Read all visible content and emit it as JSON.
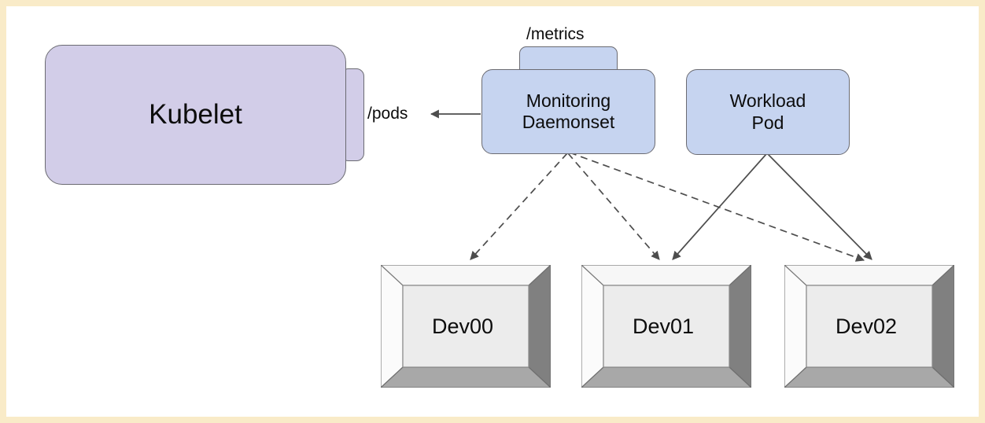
{
  "diagram": {
    "title": "Kubernetes node monitoring device topology",
    "background": "#ffffff",
    "frame_color": "#f9ebc8",
    "colors": {
      "kubelet_fill": "#d2cde8",
      "pod_fill": "#c6d4f0",
      "node_stroke": "#6b6b72",
      "cube_face": "#ececec",
      "cube_top_bevel": "#f4f4f4",
      "cube_right_bevel": "#808080",
      "cube_bottom_bevel": "#a8a8a8",
      "edge_stroke": "#4d4d4d",
      "text": "#0c0c0c"
    },
    "nodes": [
      {
        "id": "kubelet",
        "label": "Kubelet",
        "kind": "rounded-box",
        "fill": "#d2cde8"
      },
      {
        "id": "monitoring-daemonset",
        "label": "Monitoring\nDaemonset",
        "line1": "Monitoring",
        "line2": "Daemonset",
        "kind": "rounded-box",
        "fill": "#c6d4f0"
      },
      {
        "id": "workload-pod",
        "label": "Workload\nPod",
        "line1": "Workload",
        "line2": "Pod",
        "kind": "rounded-box",
        "fill": "#c6d4f0"
      },
      {
        "id": "dev00",
        "label": "Dev00",
        "kind": "cube-3d"
      },
      {
        "id": "dev01",
        "label": "Dev01",
        "kind": "cube-3d"
      },
      {
        "id": "dev02",
        "label": "Dev02",
        "kind": "cube-3d"
      }
    ],
    "ports": [
      {
        "id": "kubelet-pods-port",
        "label": "/pods",
        "attached_to": "kubelet",
        "side": "right"
      },
      {
        "id": "daemonset-metrics-port",
        "label": "/metrics",
        "attached_to": "monitoring-daemonset",
        "side": "top"
      }
    ],
    "edges": [
      {
        "id": "edge-daemonset-to-kubelet-pods",
        "from": "monitoring-daemonset",
        "to": "kubelet",
        "style": "solid",
        "arrow": "end",
        "label": "/pods"
      },
      {
        "id": "edge-daemonset-to-dev00",
        "from": "monitoring-daemonset",
        "to": "dev00",
        "style": "dashed",
        "arrow": "end"
      },
      {
        "id": "edge-daemonset-to-dev01",
        "from": "monitoring-daemonset",
        "to": "dev01",
        "style": "dashed",
        "arrow": "end"
      },
      {
        "id": "edge-daemonset-to-dev02",
        "from": "monitoring-daemonset",
        "to": "dev02",
        "style": "dashed",
        "arrow": "end"
      },
      {
        "id": "edge-workload-to-dev01",
        "from": "workload-pod",
        "to": "dev01",
        "style": "solid",
        "arrow": "end"
      },
      {
        "id": "edge-workload-to-dev02",
        "from": "workload-pod",
        "to": "dev02",
        "style": "solid",
        "arrow": "end"
      }
    ]
  },
  "labels": {
    "kubelet": "Kubelet",
    "daemonset_line1": "Monitoring",
    "daemonset_line2": "Daemonset",
    "workload_line1": "Workload",
    "workload_line2": "Pod",
    "pods_port": "/pods",
    "metrics_port": "/metrics",
    "dev00": "Dev00",
    "dev01": "Dev01",
    "dev02": "Dev02"
  }
}
